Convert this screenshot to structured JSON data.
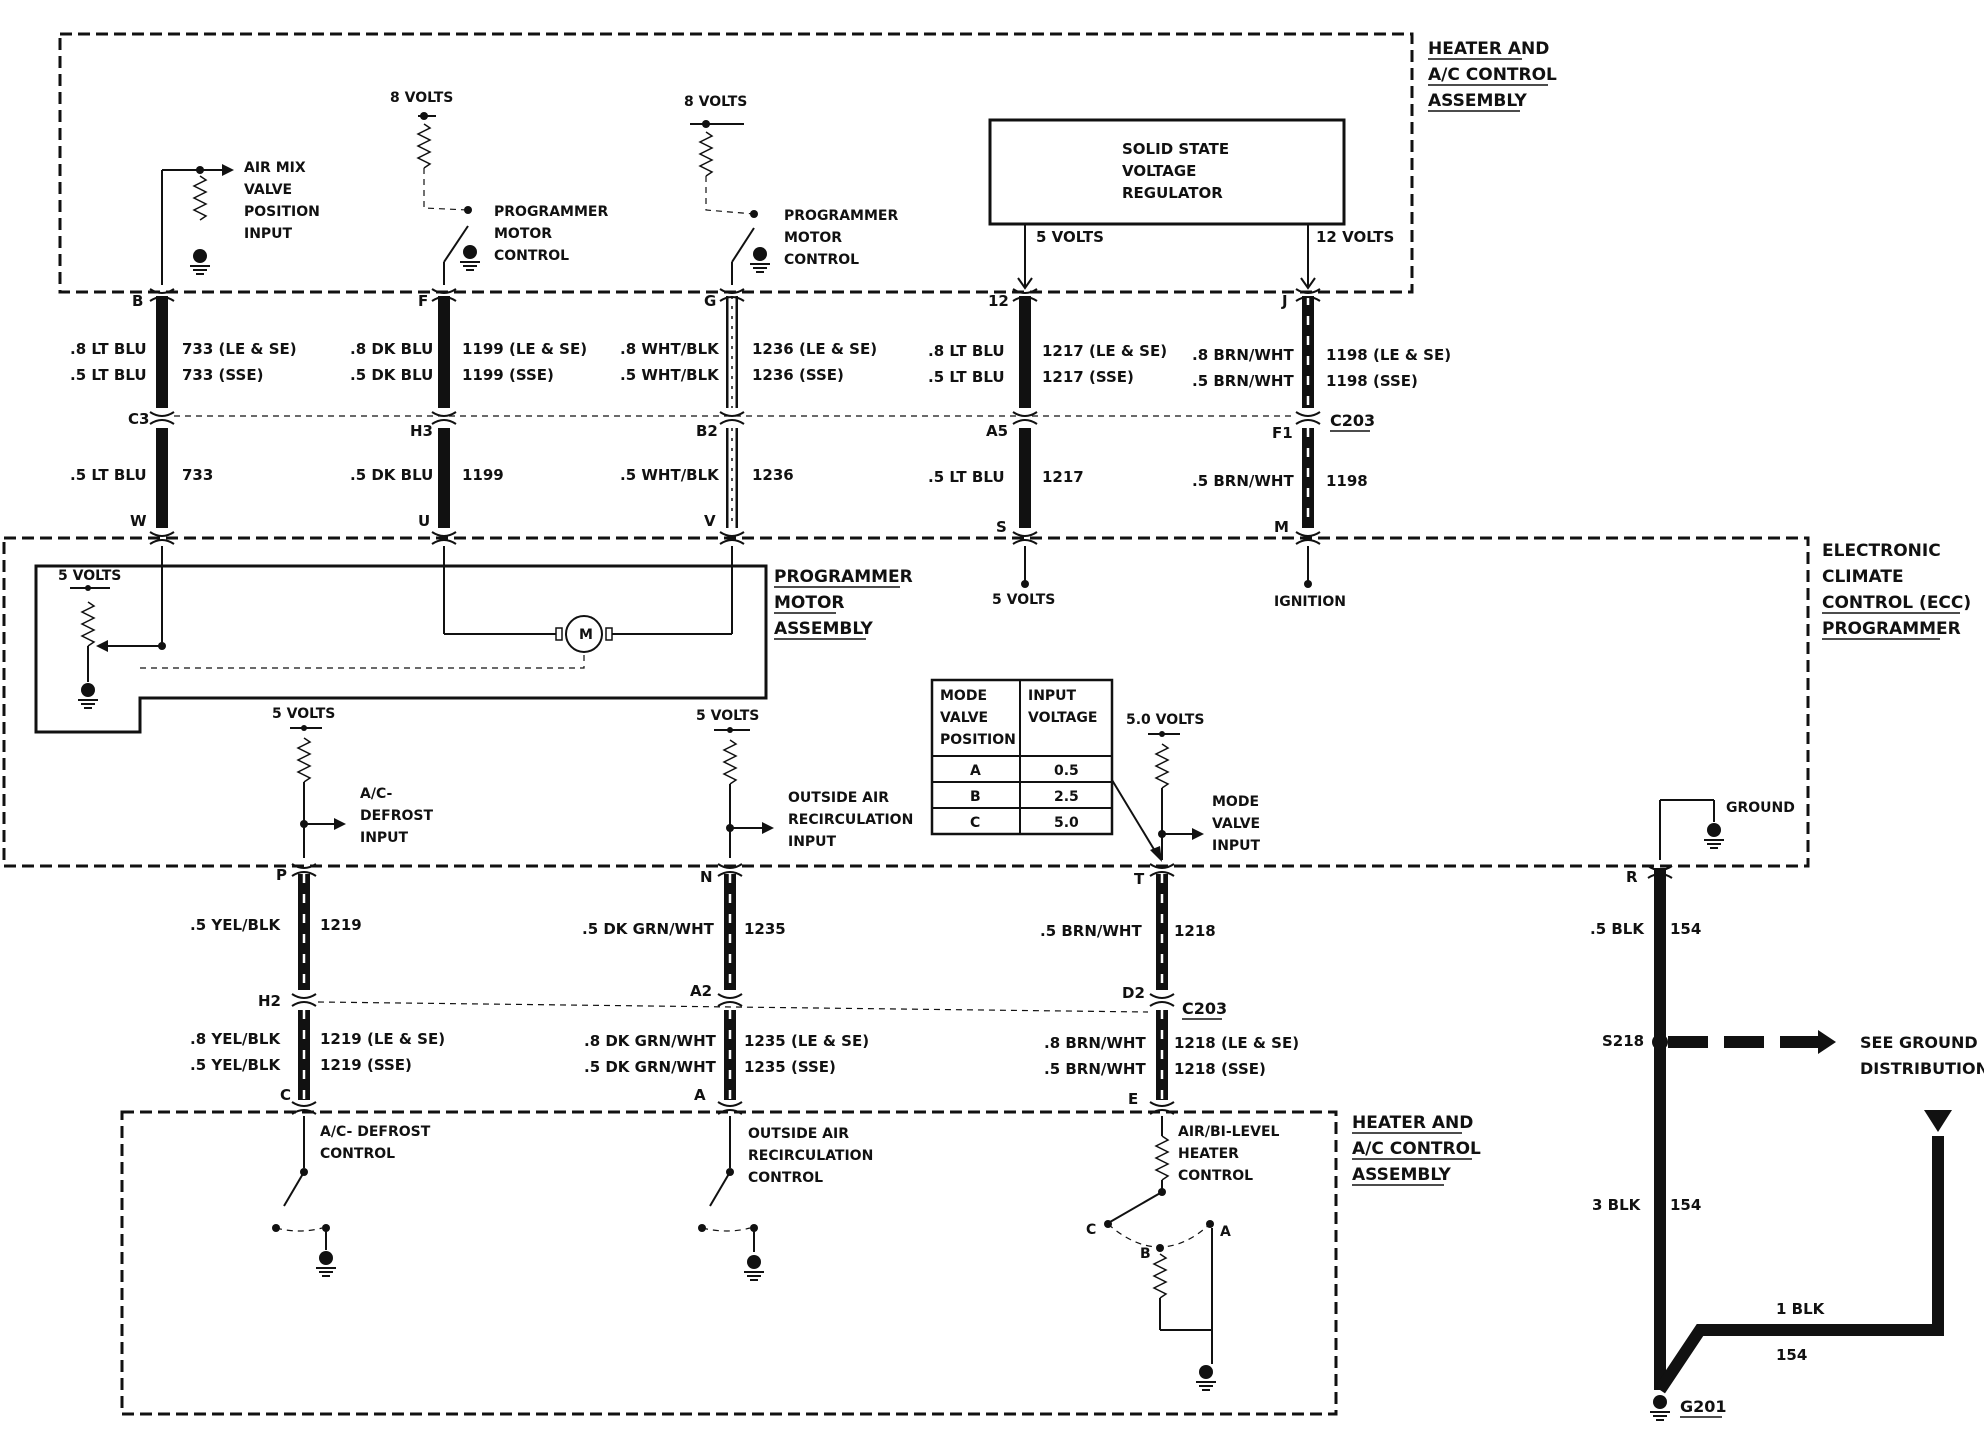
{
  "blocks": {
    "hvac_top": [
      "HEATER AND",
      "A/C CONTROL",
      "ASSEMBLY"
    ],
    "ecc_programmer": [
      "ELECTRONIC",
      "CLIMATE",
      "CONTROL (ECC)",
      "PROGRAMMER"
    ],
    "programmer_motor_assembly": [
      "PROGRAMMER",
      "MOTOR",
      "ASSEMBLY"
    ],
    "hvac_bottom": [
      "HEATER AND",
      "A/C CONTROL",
      "ASSEMBLY"
    ],
    "regulator": [
      "SOLID STATE",
      "VOLTAGE",
      "REGULATOR"
    ]
  },
  "top_labels": {
    "air_mix": [
      "AIR MIX",
      "VALVE",
      "POSITION",
      "INPUT"
    ],
    "prog_motor_1": [
      "PROGRAMMER",
      "MOTOR",
      "CONTROL"
    ],
    "prog_motor_2": [
      "PROGRAMMER",
      "MOTOR",
      "CONTROL"
    ],
    "volts_8a": "8 VOLTS",
    "volts_8b": "8 VOLTS",
    "reg_5v": "5 VOLTS",
    "reg_12v": "12 VOLTS"
  },
  "upper_wires": [
    {
      "top_pin": "B",
      "c1": ".8 LT BLU",
      "c2": ".5 LT BLU",
      "n1": "733 (LE & SE)",
      "n2": "733 (SSE)",
      "mid": "C3",
      "lower": ".5 LT BLU",
      "lower_n": "733",
      "bottom_pin": "W"
    },
    {
      "top_pin": "F",
      "c1": ".8 DK BLU",
      "c2": ".5 DK BLU",
      "n1": "1199 (LE & SE)",
      "n2": "1199 (SSE)",
      "mid": "H3",
      "lower": ".5 DK BLU",
      "lower_n": "1199",
      "bottom_pin": "U"
    },
    {
      "top_pin": "G",
      "c1": ".8 WHT/BLK",
      "c2": ".5 WHT/BLK",
      "n1": "1236 (LE & SE)",
      "n2": "1236 (SSE)",
      "mid": "B2",
      "lower": ".5 WHT/BLK",
      "lower_n": "1236",
      "bottom_pin": "V"
    },
    {
      "top_pin": "12",
      "c1": ".8 LT BLU",
      "c2": ".5 LT BLU",
      "n1": "1217 (LE & SE)",
      "n2": "1217 (SSE)",
      "mid": "A5",
      "lower": ".5 LT BLU",
      "lower_n": "1217",
      "bottom_pin": "S"
    },
    {
      "top_pin": "J",
      "c1": ".8 BRN/WHT",
      "c2": ".5 BRN/WHT",
      "n1": "1198 (LE & SE)",
      "n2": "1198 (SSE)",
      "mid": "F1",
      "lower": ".5 BRN/WHT",
      "lower_n": "1198",
      "bottom_pin": "M"
    }
  ],
  "connector_upper": "C203",
  "ecc_labels": {
    "five_volts_s": "5 VOLTS",
    "ignition": "IGNITION",
    "motor_5v": "5 VOLTS",
    "motor": "M",
    "ad_5v": "5 VOLTS",
    "ad_input": [
      "A/C-",
      "DEFROST",
      "INPUT"
    ],
    "oa_5v": "5 VOLTS",
    "oa_input": [
      "OUTSIDE AIR",
      "RECIRCULATION",
      "INPUT"
    ],
    "mv_5v": "5.0 VOLTS",
    "mv_input": [
      "MODE",
      "VALVE",
      "INPUT"
    ],
    "ground": "GROUND"
  },
  "mode_table": {
    "headers": [
      [
        "MODE",
        "VALVE",
        "POSITION"
      ],
      [
        "INPUT",
        "VOLTAGE"
      ]
    ],
    "rows": [
      [
        "A",
        "0.5"
      ],
      [
        "B",
        "2.5"
      ],
      [
        "C",
        "5.0"
      ]
    ]
  },
  "lower_wires": [
    {
      "top_pin": "P",
      "upper": ".5 YEL/BLK",
      "upper_n": "1219",
      "mid": "H2",
      "c1": ".8 YEL/BLK",
      "c2": ".5 YEL/BLK",
      "n1": "1219 (LE & SE)",
      "n2": "1219 (SSE)",
      "bottom_pin": "C"
    },
    {
      "top_pin": "N",
      "upper": ".5 DK GRN/WHT",
      "upper_n": "1235",
      "mid": "A2",
      "c1": ".8 DK GRN/WHT",
      "c2": ".5 DK GRN/WHT",
      "n1": "1235 (LE & SE)",
      "n2": "1235 (SSE)",
      "bottom_pin": "A"
    },
    {
      "top_pin": "T",
      "upper": ".5  BRN/WHT",
      "upper_n": "1218",
      "mid": "D2",
      "c1": ".8 BRN/WHT",
      "c2": ".5 BRN/WHT",
      "n1": "1218 (LE & SE)",
      "n2": "1218 (SSE)",
      "bottom_pin": "E"
    }
  ],
  "connector_lower": "C203",
  "ground_wire": {
    "pin": "R",
    "upper": ".5 BLK",
    "upper_n": "154",
    "splice": "S218",
    "see": [
      "SEE GROUND",
      "DISTRIBUTION"
    ],
    "lower": "3 BLK",
    "lower_n": "154",
    "branch": "1 BLK",
    "branch_n": "154",
    "ground": "G201"
  },
  "controls": {
    "ad": [
      "A/C- DEFROST",
      "CONTROL"
    ],
    "oa": [
      "OUTSIDE AIR",
      "RECIRCULATION",
      "CONTROL"
    ],
    "ab": [
      "AIR/BI-LEVEL",
      "HEATER",
      "CONTROL"
    ],
    "pos_c": "C",
    "pos_b": "B",
    "pos_a": "A"
  }
}
